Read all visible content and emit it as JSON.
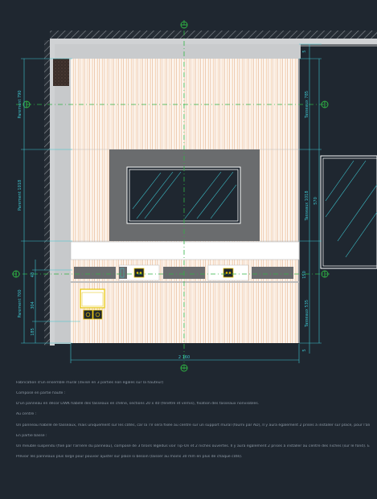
{
  "colors": {
    "background": "#1f2730",
    "wall": "#d0d2d4",
    "panel_shadow": "#6a6c6e",
    "slat_light": "#ffffff",
    "slat_wood": "#e8a56a",
    "tv_frame": "#5f6163",
    "axis": "#2fb344",
    "dimension": "#3ec5cf",
    "accent_yellow": "#e6c400"
  },
  "icons": {
    "axis_marker": "axis-crosshair-icon",
    "outlet": "power-outlet-icon",
    "hatch": "wall-hatch-icon"
  },
  "dimensions": {
    "left": [
      {
        "label": "Parement 790"
      },
      {
        "label": "Parement 1018"
      },
      {
        "label": "Parement 700"
      }
    ],
    "left_small": [
      {
        "label": "48"
      },
      {
        "label": "304"
      },
      {
        "label": "185"
      }
    ],
    "right": [
      {
        "label": "Tasseaux 785"
      },
      {
        "label": "Tasseaux 1018"
      },
      {
        "label": "Tasseaux 535"
      }
    ],
    "right_small": [
      {
        "label": "5"
      },
      {
        "label": "150"
      },
      {
        "label": "5"
      },
      {
        "label": "570"
      }
    ],
    "bottom": {
      "label": "2 160"
    }
  },
  "notes": [
    "Fabrication d'un ensemble mural (divisé en 3 parties non égales sur la hauteur)",
    "Composé en partie haute :",
    "D'un panneau en décor LIWK habillé des tasseaux en chêne, sections 20 x 40 (fenêtre et vernis), fixation des tasseaux nonvisibles.",
    "Au centre :",
    "Un panneau habillé de tasseaux, mais uniquement sur les côtés, car la TV sera fixée au centre sur un support mural (fourni par AD), Il y aura également 2 prises à installer sur place, pour l'alimentation et l'antenne.",
    "En partie basse :",
    "Un meuble suspendu (fixé par l'arrière du panneau), composé de 3 tiroirs légèdus voir Tip-On et 2 niches ouvertes. Il y aura également 2 prises à installer au centre des niches (sur le fond). En dessous, il y aura un boîtier (s'il arrive), à remettre sur le panneau et des prises à remettre en dessous.",
    "Prévoir les panneaux plus large pour pouvoir ajuster sur place si besoin (laisser au moins 30 mm en plus de chaque côté)."
  ]
}
